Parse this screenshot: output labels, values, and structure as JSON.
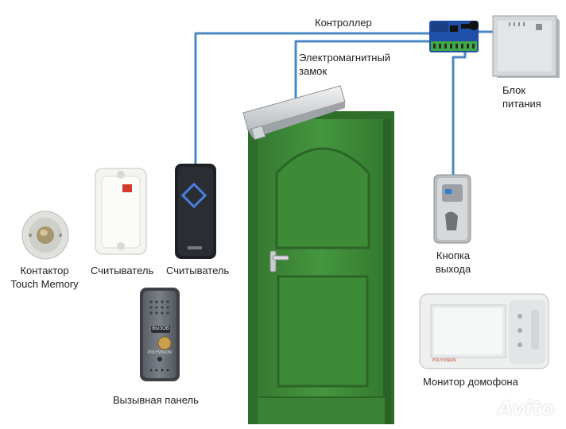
{
  "labels": {
    "controller": "Контроллер",
    "lock_line1": "Электромагнитный",
    "lock_line2": "замок",
    "psu_line1": "Блок",
    "psu_line2": "питания",
    "contact_line1": "Контактор",
    "contact_line2": "Touch Memory",
    "reader_white": "Считыватель",
    "reader_black": "Считыватель",
    "exit_line1": "Кнопка",
    "exit_line2": "выхода",
    "call_panel": "Вызывная панель",
    "monitor": "Монитор домофона"
  },
  "device_text": {
    "panel_badge": "ВЫЗОВ",
    "panel_brand": "POLYVISION",
    "monitor_brand": "POLYVISION"
  },
  "watermark": "Avito",
  "colors": {
    "door": "#3f8f3a",
    "wire": "#4a88c4",
    "background": "#ffffff"
  },
  "icons": [
    "contactor-icon",
    "white-reader-icon",
    "black-reader-icon",
    "maglock-icon",
    "controller-board-icon",
    "power-supply-icon",
    "exit-button-icon",
    "call-panel-icon",
    "intercom-monitor-icon"
  ]
}
